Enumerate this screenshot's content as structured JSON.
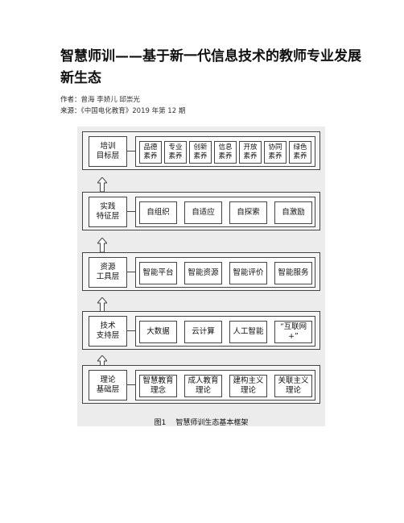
{
  "article": {
    "title": "智慧师训——基于新一代信息技术的教师专业发展新生态",
    "author_label": "作者：",
    "authors": "曾海 李娇儿 邱崇光",
    "source_label": "来源：",
    "source": "《中国电化教育》2019 年第 12 期"
  },
  "figure": {
    "layers": [
      {
        "label": "培训\n目标层",
        "items": [
          "品德\n素养",
          "专业\n素养",
          "创新\n素养",
          "信息\n素养",
          "开放\n素养",
          "协同\n素养",
          "绿色\n素养"
        ]
      },
      {
        "label": "实践\n特征层",
        "items": [
          "自组织",
          "自适应",
          "自探索",
          "自激励"
        ]
      },
      {
        "label": "资源\n工具层",
        "items": [
          "智能平台",
          "智能资源",
          "智能评价",
          "智能服务"
        ]
      },
      {
        "label": "技术\n支持层",
        "items": [
          "大数据",
          "云计算",
          "人工智能",
          "“互联网+”"
        ]
      },
      {
        "label": "理论\n基础层",
        "items": [
          "智慧教育\n理念",
          "成人教育\n理论",
          "建构主义\n理论",
          "关联主义\n理论"
        ]
      }
    ],
    "caption_number": "图1",
    "caption_text": "智慧师训生态基本框架"
  }
}
